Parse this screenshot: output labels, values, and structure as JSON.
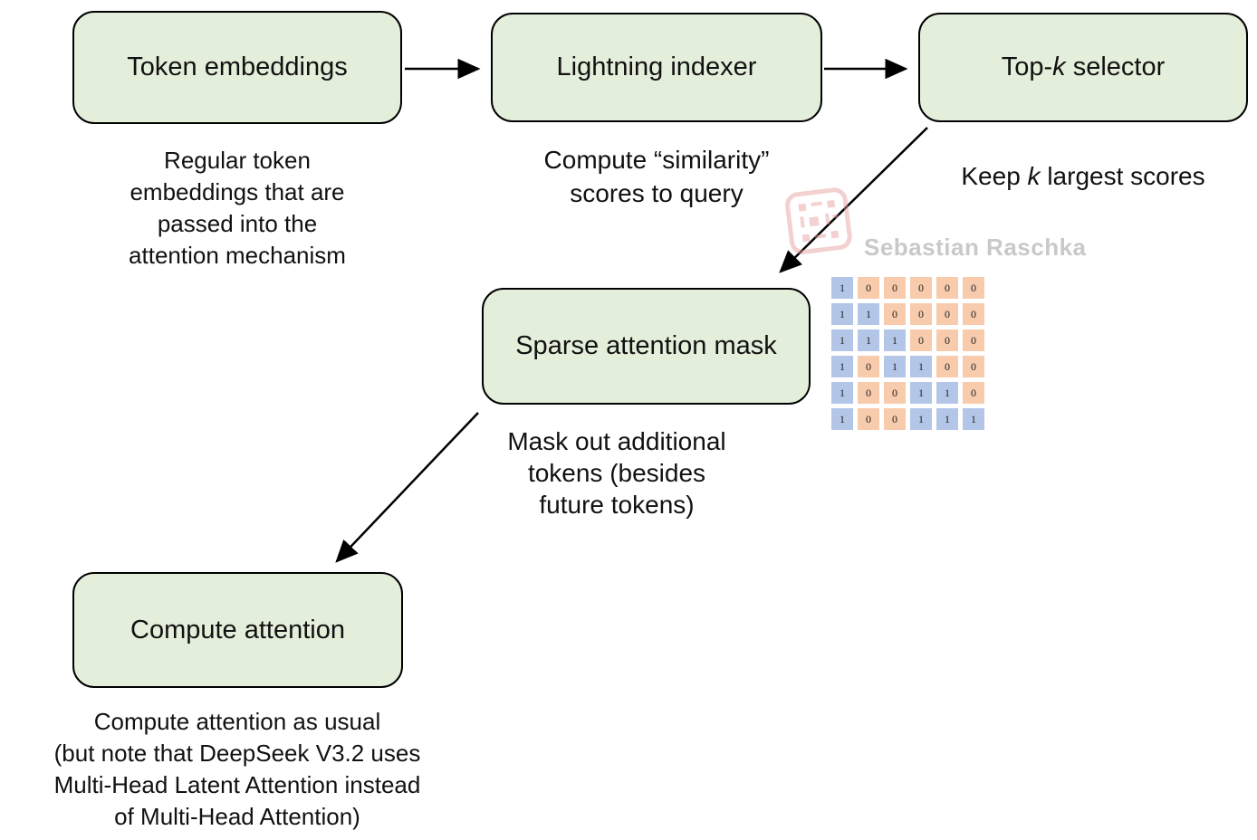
{
  "colors": {
    "box_fill": "#e4efdb",
    "box_border": "#000000",
    "mask_one": "#b4c6e7",
    "mask_zero": "#f7cbac",
    "watermark": "#c9c9c9",
    "logo": "#e89b9b"
  },
  "boxes": {
    "token_embeddings": {
      "label": "Token embeddings"
    },
    "lightning_indexer": {
      "label": "Lightning indexer"
    },
    "topk_selector": {
      "prefix": "Top-",
      "italic": "k",
      "suffix": " selector"
    },
    "sparse_attention_mask": {
      "label": "Sparse attention mask"
    },
    "compute_attention": {
      "label": "Compute attention"
    }
  },
  "captions": {
    "token_embeddings": "Regular token\nembeddings that are\npassed into the\nattention mechanism",
    "lightning_indexer": "Compute “similarity”\nscores to query",
    "topk_selector": {
      "prefix": "Keep ",
      "italic": "k",
      "suffix": " largest scores"
    },
    "sparse_attention_mask": "Mask out additional\ntokens (besides\nfuture tokens)",
    "compute_attention": "Compute attention as usual\n(but note that DeepSeek V3.2 uses\nMulti-Head Latent Attention instead\nof Multi-Head Attention)"
  },
  "watermark": {
    "text": "Sebastian Raschka"
  },
  "mask_matrix": {
    "rows": [
      [
        1,
        0,
        0,
        0,
        0,
        0
      ],
      [
        1,
        1,
        0,
        0,
        0,
        0
      ],
      [
        1,
        1,
        1,
        0,
        0,
        0
      ],
      [
        1,
        0,
        1,
        1,
        0,
        0
      ],
      [
        1,
        0,
        0,
        1,
        1,
        0
      ],
      [
        1,
        0,
        0,
        1,
        1,
        1
      ]
    ]
  }
}
